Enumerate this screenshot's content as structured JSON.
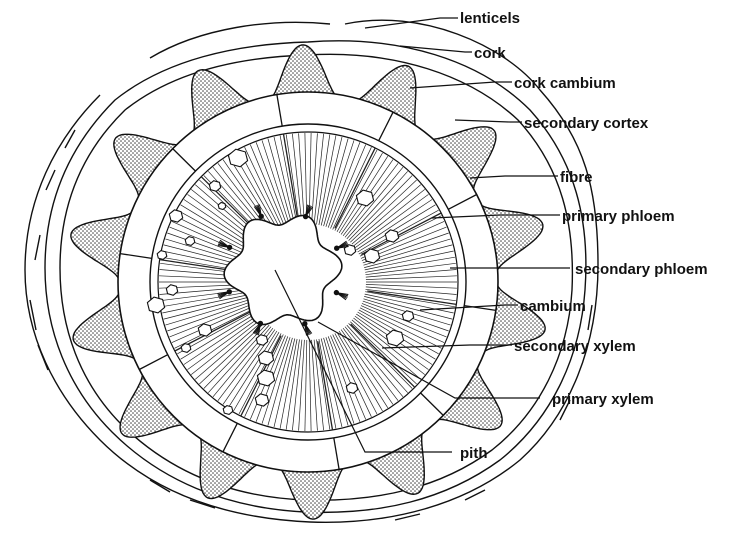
{
  "diagram": {
    "labels": {
      "lenticels": "lenticels",
      "cork": "cork",
      "cork_cambium": "cork cambium",
      "secondary_cortex": "secondary cortex",
      "fibre": "fibre",
      "primary_phloem": "primary phloem",
      "secondary_phloem": "secondary phloem",
      "cambium": "cambium",
      "secondary_xylem": "secondary xylem",
      "primary_xylem": "primary xylem",
      "pith": "pith"
    }
  }
}
